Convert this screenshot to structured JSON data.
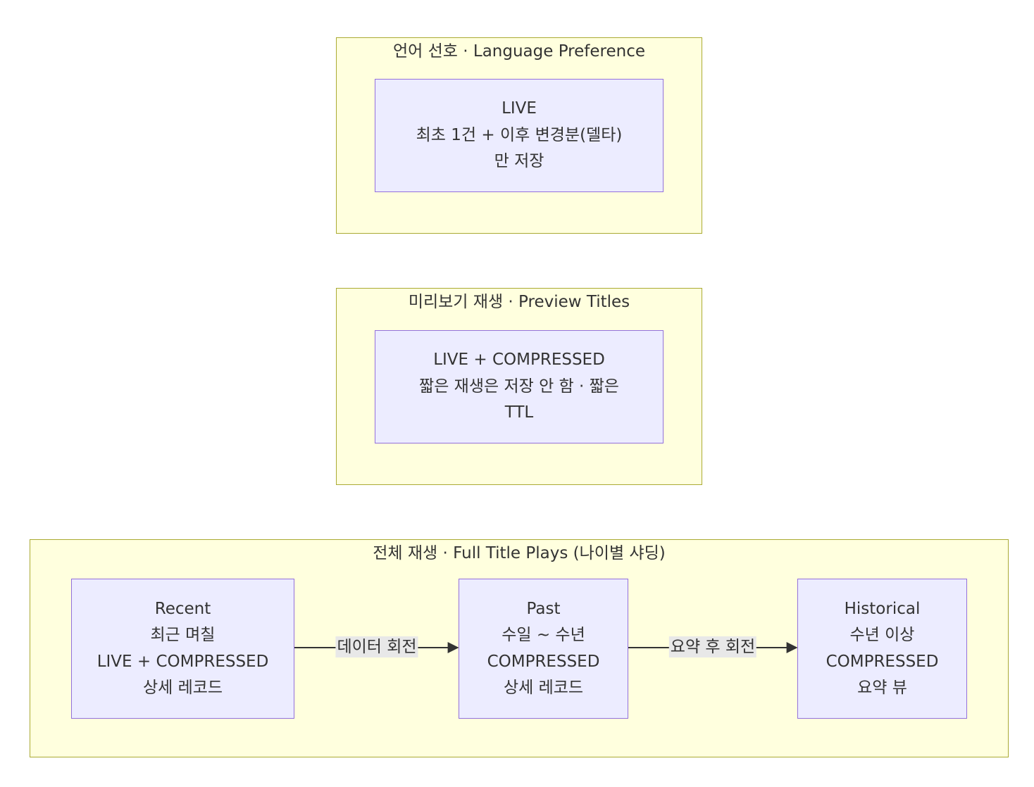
{
  "clusters": {
    "language": {
      "title": "언어 선호 · Language Preference",
      "node": {
        "lines": [
          "LIVE",
          "최초 1건 + 이후 변경분(델타)",
          "만 저장"
        ]
      }
    },
    "preview": {
      "title": "미리보기 재생 · Preview Titles",
      "node": {
        "lines": [
          "LIVE + COMPRESSED",
          "짧은 재생은 저장 안 함 · 짧은",
          "TTL"
        ]
      }
    },
    "full": {
      "title": "전체 재생 · Full Title Plays (나이별 샤딩)",
      "nodes": {
        "recent": {
          "lines": [
            "Recent",
            "최근 며칠",
            "LIVE + COMPRESSED",
            "상세 레코드"
          ]
        },
        "past": {
          "lines": [
            "Past",
            "수일 ~ 수년",
            "COMPRESSED",
            "상세 레코드"
          ]
        },
        "historical": {
          "lines": [
            "Historical",
            "수년 이상",
            "COMPRESSED",
            "요약 뷰"
          ]
        }
      },
      "edges": {
        "recent_to_past": "데이터 회전",
        "past_to_historical": "요약 후 회전"
      }
    }
  },
  "colors": {
    "cluster_fill": "#ffffde",
    "cluster_stroke": "#aaaa33",
    "node_fill": "#ececff",
    "node_stroke": "#9370db",
    "edge": "#333333",
    "edge_label_bg": "#e8e8e8"
  }
}
